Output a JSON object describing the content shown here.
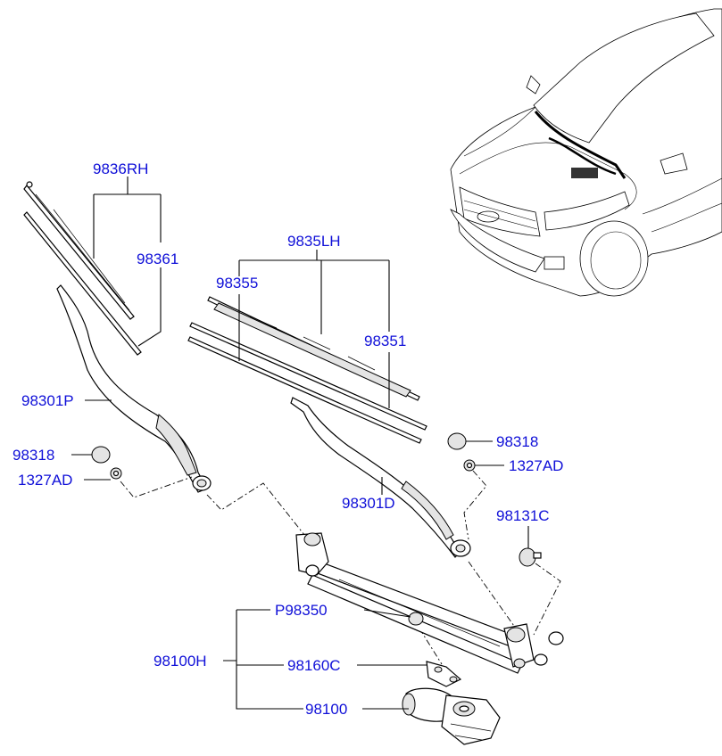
{
  "labels": {
    "rh_blade_assy": "9836RH",
    "rh_blade_insert": "98361",
    "lh_blade_assy": "9835LH",
    "lh_blade": "98355",
    "lh_blade_insert": "98351",
    "lh_arm": "98301P",
    "rh_arm": "98301D",
    "cap_left": "98318",
    "cap_right": "98318",
    "nut_left": "1327AD",
    "nut_right": "1327AD",
    "pivot_cap": "98131C",
    "linkage": "P98350",
    "wiper_assy": "98100H",
    "bracket": "98160C",
    "motor": "98100"
  },
  "colors": {
    "label": "#1010d8",
    "line": "#000000",
    "background": "#ffffff"
  }
}
